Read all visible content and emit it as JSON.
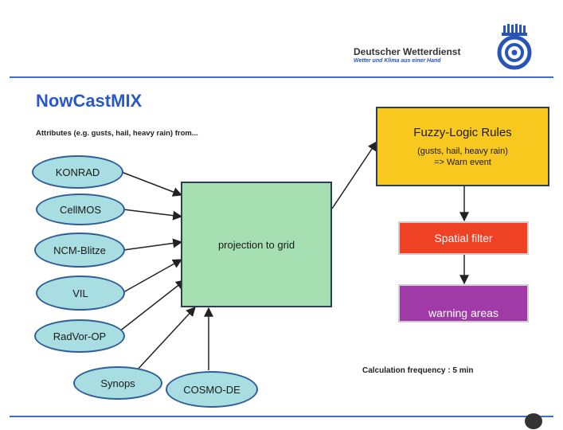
{
  "header": {
    "org_name": "Deutscher Wetterdienst",
    "org_tagline": "Wetter und Klima aus einer Hand"
  },
  "title": "NowCastMIX",
  "subtitle": "Attributes (e.g. gusts, hail, heavy rain) from...",
  "sources": [
    {
      "label": "KONRAD"
    },
    {
      "label": "CellMOS"
    },
    {
      "label": "NCM-Blitze"
    },
    {
      "label": "VIL"
    },
    {
      "label": "RadVor-OP"
    },
    {
      "label": "Synops"
    },
    {
      "label": "COSMO-DE"
    }
  ],
  "projection_box": {
    "label": "projection to grid"
  },
  "fuzzy_box": {
    "title": "Fuzzy-Logic Rules",
    "line1": "(gusts, hail, heavy rain)",
    "line2": "=> Warn event"
  },
  "spatial_filter": {
    "label": "Spatial filter"
  },
  "warning_areas": {
    "label": "warning areas"
  },
  "calc_frequency": "Calculation frequency : 5 min",
  "colors": {
    "title_blue": "#2a58c8",
    "rule_blue": "#3f6fc4",
    "source_fill": "#a8dde2",
    "grid_fill": "#a6dfb2",
    "fuzzy_fill": "#f8c81e",
    "spatial_fill": "#ef4124",
    "warning_fill": "#a03aa7"
  },
  "icons": {
    "logo": "dwd-logo-icon",
    "footer": "federal-eagle-icon"
  }
}
